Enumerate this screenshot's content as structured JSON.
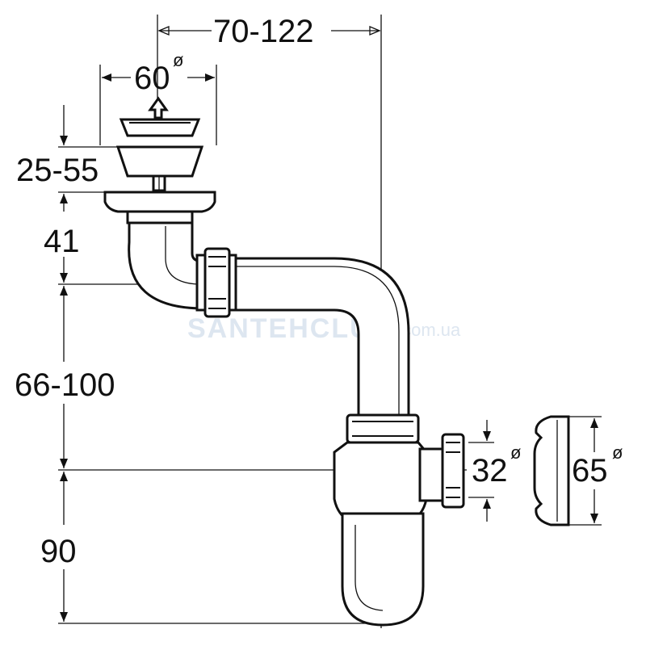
{
  "dimensions": {
    "width_range": "70-122",
    "strainer_diameter": "60",
    "strainer_height": "25-55",
    "flange_height": "41",
    "drop_height": "66-100",
    "outlet_diameter": "32",
    "rosette_diameter": "65",
    "trap_height": "90",
    "diameter_symbol": "ø"
  },
  "watermark": {
    "brand": "SANTEHCLUB",
    "domain": ".com.ua"
  }
}
